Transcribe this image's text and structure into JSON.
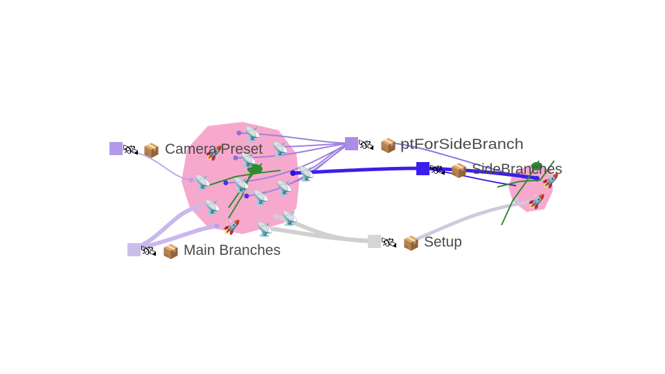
{
  "graph": {
    "colors": {
      "cluster_fill": "#f7a9cd",
      "edge_purple": "#a07fe0",
      "edge_purple_light": "#c4b0ea",
      "edge_blue": "#3d1ee8",
      "edge_gray": "#d4d4d4",
      "node_square_purple": "#b39be8",
      "node_square_blue": "#3a1ef0",
      "node_square_gray": "#d0d0d0"
    },
    "nodes": [
      {
        "id": "camera-preset",
        "label": "Camera Preset",
        "square_color": "#b39be8"
      },
      {
        "id": "pt-for-side-branch",
        "label": "ptForSideBranch",
        "square_color": "#a98de6"
      },
      {
        "id": "side-branches",
        "label": "SideBranches",
        "square_color": "#3a1ef0"
      },
      {
        "id": "main-branches",
        "label": "Main Branches",
        "square_color": "#cbbdea"
      },
      {
        "id": "setup",
        "label": "Setup",
        "square_color": "#d6d6d6"
      }
    ],
    "icons": {
      "satellite": "🛰",
      "box": "📦",
      "antenna": "📡",
      "rocket": "🚀",
      "bug": "🦗"
    }
  }
}
